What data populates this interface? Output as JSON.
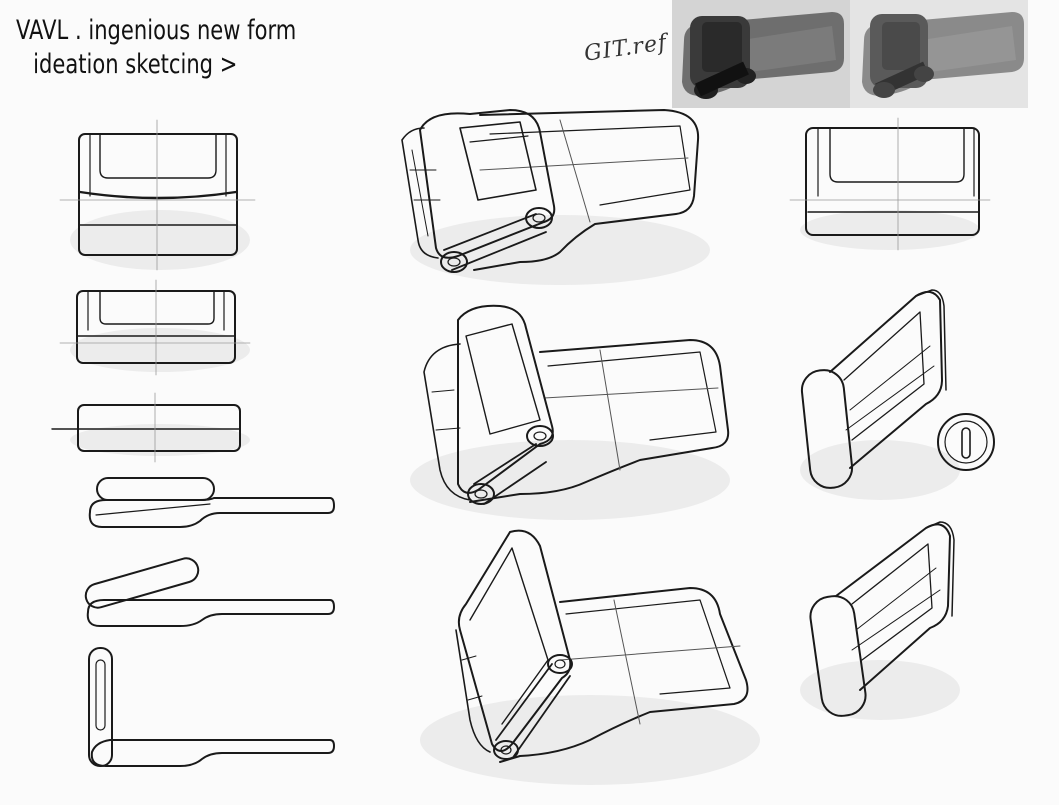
{
  "title": {
    "line1": "VAVL . ingenious new form",
    "line2": "ideation sketcing >"
  },
  "reference_note": "GIT.ref",
  "reference_images": [
    {
      "name": "dark-render"
    },
    {
      "name": "grey-render"
    }
  ],
  "colors": {
    "paper": "#fbfbfb",
    "ink": "#1a1a1a",
    "construction": "#9a9a9a"
  }
}
